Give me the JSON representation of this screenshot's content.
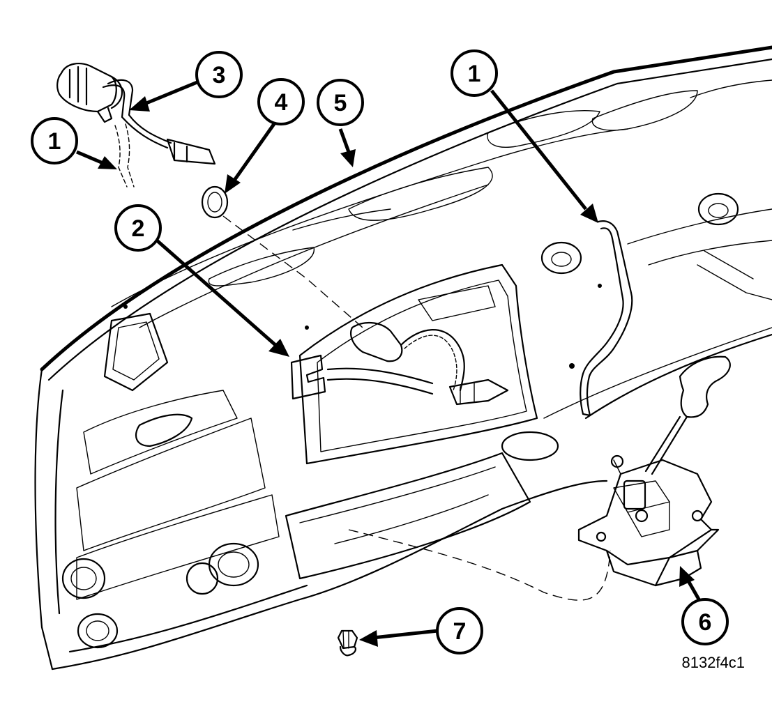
{
  "figure_id": "8132f4c1",
  "callouts": [
    {
      "label": "1"
    },
    {
      "label": "1"
    },
    {
      "label": "2"
    },
    {
      "label": "3"
    },
    {
      "label": "4"
    },
    {
      "label": "5"
    },
    {
      "label": "6"
    },
    {
      "label": "7"
    }
  ]
}
